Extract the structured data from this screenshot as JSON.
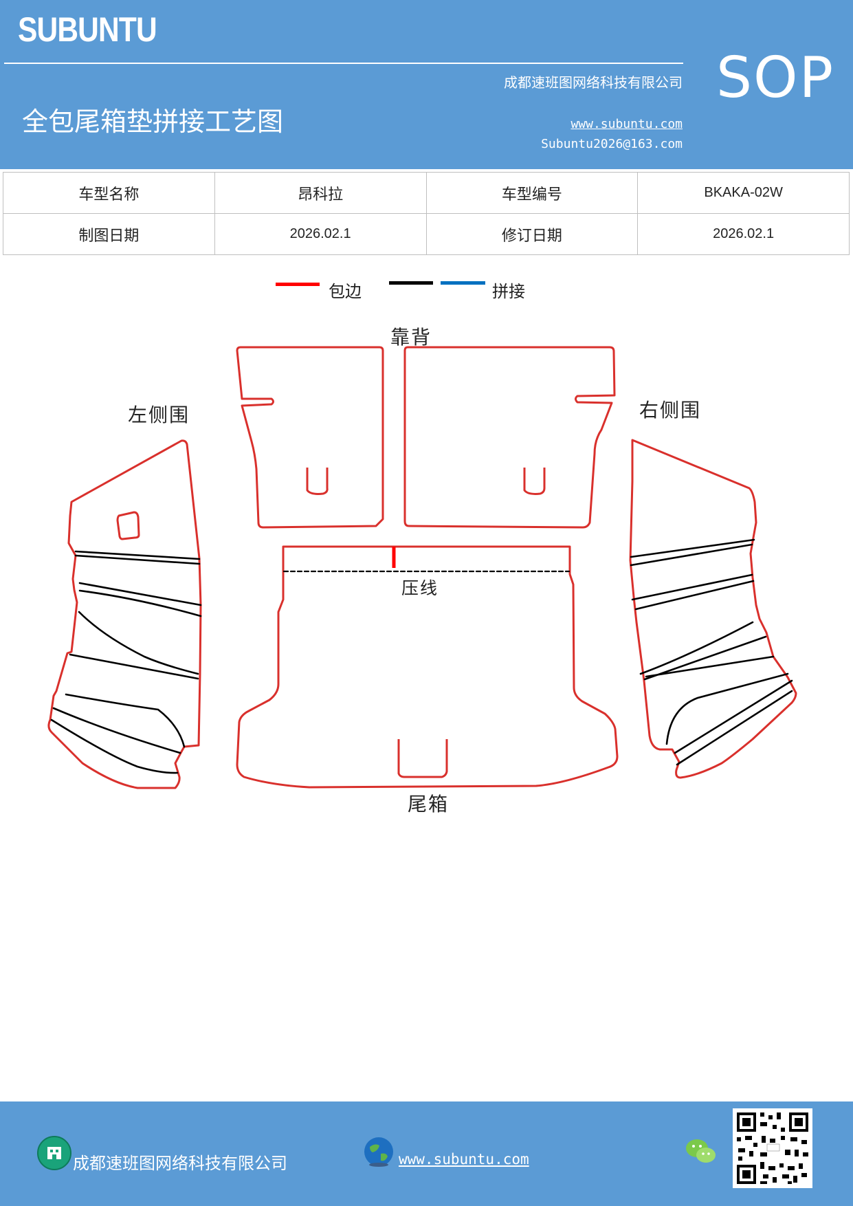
{
  "header": {
    "brand": "SUBUNTU",
    "company": "成都速班图网络科技有限公司",
    "title": "全包尾箱垫拼接工艺图",
    "website": "www.subuntu.com",
    "email": "Subuntu2026@163.com",
    "badge": "SOP"
  },
  "info_table": {
    "rows": [
      [
        "车型名称",
        "昂科拉",
        "车型编号",
        "BKAKA-02W"
      ],
      [
        "制图日期",
        "2026.02.1",
        "修订日期",
        "2026.02.1"
      ]
    ]
  },
  "legend": {
    "items": [
      {
        "label": "包边",
        "color": "#ff0000"
      },
      {
        "label": "",
        "color": "#000000"
      },
      {
        "label": "拼接",
        "color": "#0070c0"
      }
    ]
  },
  "diagram": {
    "labels": {
      "back": "靠背",
      "left_side": "左侧围",
      "right_side": "右侧围",
      "press_line": "压线",
      "trunk": "尾箱"
    },
    "colors": {
      "edge": "#d9302c",
      "seam": "#000000"
    }
  },
  "footer": {
    "company": "成都速班图网络科技有限公司",
    "website": "www.subuntu.com "
  },
  "icons": [
    "building-icon",
    "globe-icon",
    "wechat-icon",
    "qr-code"
  ]
}
